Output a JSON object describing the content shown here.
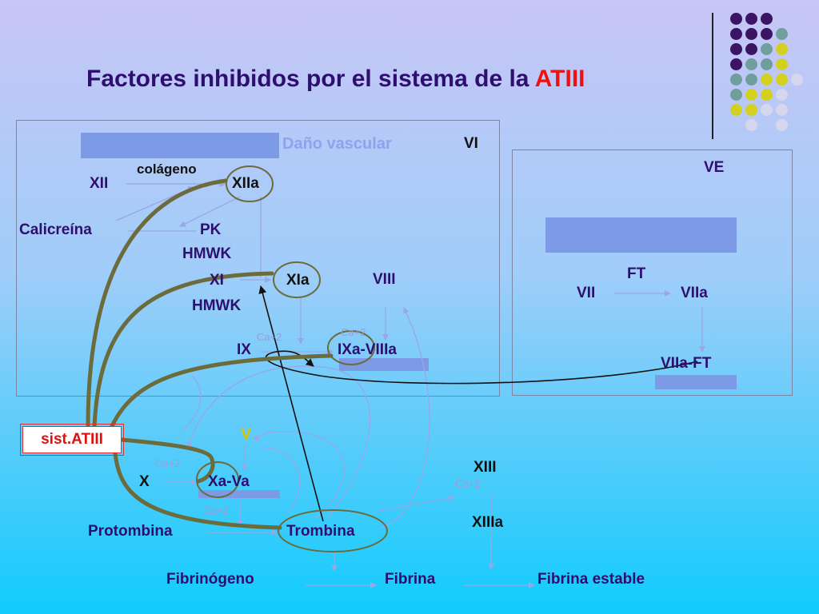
{
  "title": {
    "main": "Factores inhibidos por el sistema de la ",
    "accent": "ATIII"
  },
  "colors": {
    "title": "#2e0e6e",
    "accent": "#ee1111",
    "atiii_path": "#6b6b3c",
    "bar": "#7d9ae6"
  },
  "intrinsic": {
    "dano_vascular": "Daño vascular",
    "vi": "VI",
    "colageno": "colágeno",
    "xii": "XII",
    "xiia": "XIIa",
    "calicreina": "Calicreína",
    "pk": "PK",
    "hmwk1": "HMWK",
    "xi": "XI",
    "xia": "XIa",
    "hmwk2": "HMWK",
    "viii": "VIII",
    "ix": "IX",
    "ixa_viiia": "IXa-VIIIa",
    "ca_ix": "Ca+2",
    "ca_ixa": "Ca+2"
  },
  "extrinsic": {
    "ve": "VE",
    "ft": "FT",
    "vii": "VII",
    "viia": "VIIa",
    "viia_ft": "VIIa-FT"
  },
  "common": {
    "sist_atiii": "sist.ATIII",
    "v": "V",
    "ca_x": "Ca+2",
    "x": "X",
    "xa_va": "Xa-Va",
    "ca_xa": "Ca+2",
    "protombina": "Protombina",
    "trombina": "Trombina",
    "xiii": "XIII",
    "ca_xiii": "Ca+2",
    "xiiia": "XIIIa",
    "fibrinogeno": "Fibrinógeno",
    "fibrina": "Fibrina",
    "fibrina_estable": "Fibrina estable"
  }
}
